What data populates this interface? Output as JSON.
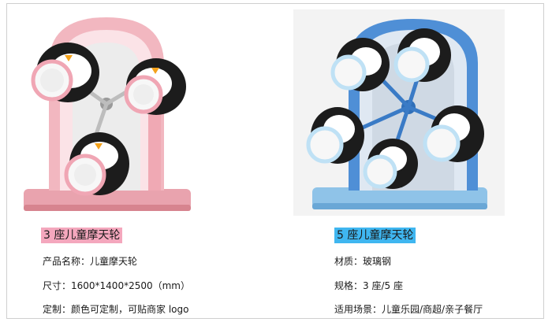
{
  "left": {
    "title": "3 座儿童摩天轮",
    "specs": [
      "产品名称：儿童摩天轮",
      "尺寸：1600*1400*2500（mm）",
      "定制：颜色可定制，可贴商家 logo"
    ],
    "accent": "#f4a7bd"
  },
  "right": {
    "title": "5 座儿童摩天轮",
    "specs": [
      "材质：玻璃钢",
      "规格：3 座/5 座",
      "适用场景：儿童乐园/商超/亲子餐厅"
    ],
    "accent": "#3fb6f0"
  }
}
